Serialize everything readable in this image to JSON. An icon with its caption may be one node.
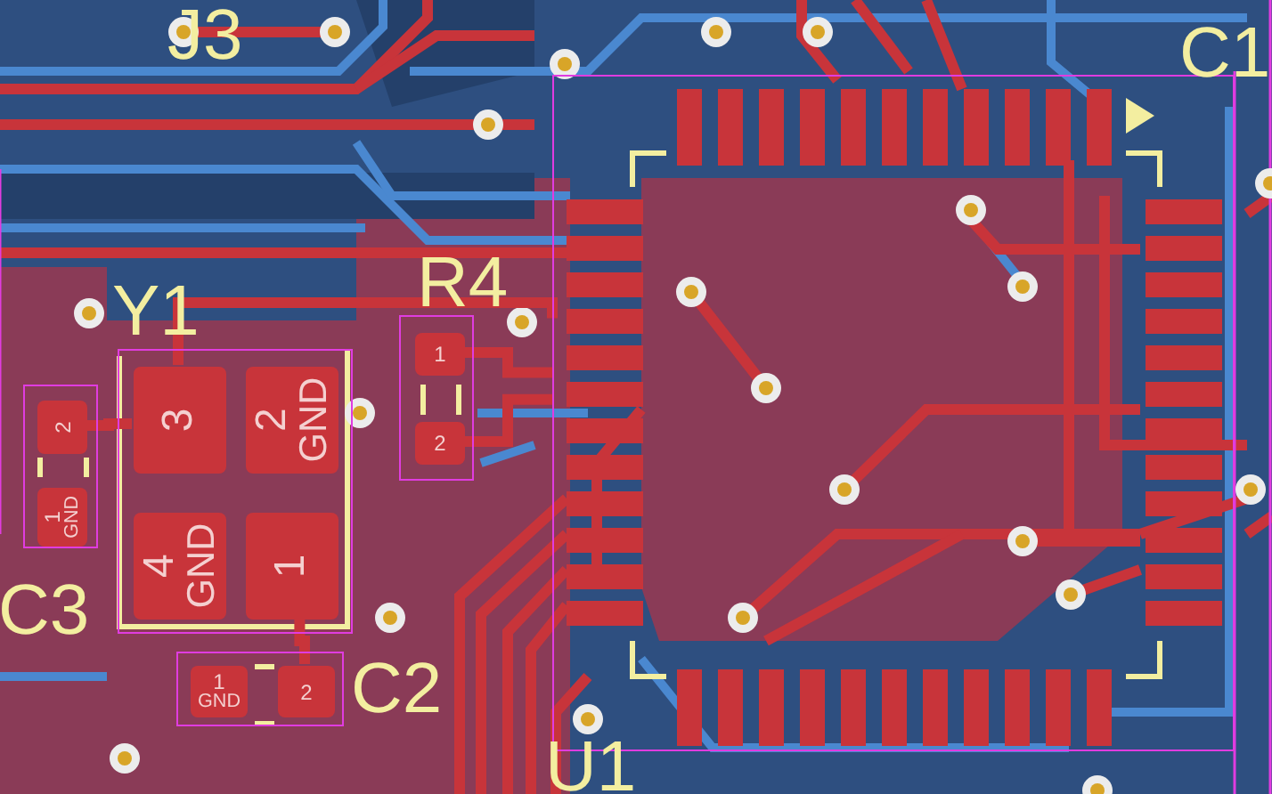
{
  "diagram": {
    "nodes": [
      {
        "text": [
          "Y1"
        ]
      },
      {
        "text": [
          "3"
        ],
        "in": 0
      },
      {
        "text": [
          "2",
          "GND"
        ],
        "in": 0
      },
      {
        "text": [
          "4",
          "GND"
        ],
        "in": 0
      },
      {
        "text": [
          "1"
        ],
        "in": 0
      },
      {
        "text": [
          "C3"
        ]
      },
      {
        "text": [
          "2"
        ],
        "in": 5
      },
      {
        "text": [
          "1",
          "GND"
        ],
        "in": 5
      },
      {
        "text": [
          "R4"
        ]
      },
      {
        "text": [
          "1"
        ],
        "in": 8
      },
      {
        "text": [
          "2"
        ],
        "in": 8
      },
      {
        "text": [
          "C2"
        ]
      },
      {
        "text": [
          "1",
          "GND"
        ],
        "in": 11
      },
      {
        "text": [
          "2"
        ],
        "in": 11
      },
      {
        "text": [
          "U1"
        ]
      }
    ],
    "edges": [
      {
        "from": 1,
        "to": 6,
        "arrow": "none"
      },
      {
        "from": 1,
        "to": 14,
        "arrow": "none"
      },
      {
        "from": 9,
        "to": 14,
        "arrow": "none"
      },
      {
        "from": 10,
        "to": 14,
        "arrow": "none"
      },
      {
        "from": 13,
        "to": 4,
        "arrow": "none"
      }
    ],
    "labels": [
      "J3",
      "C1"
    ]
  }
}
